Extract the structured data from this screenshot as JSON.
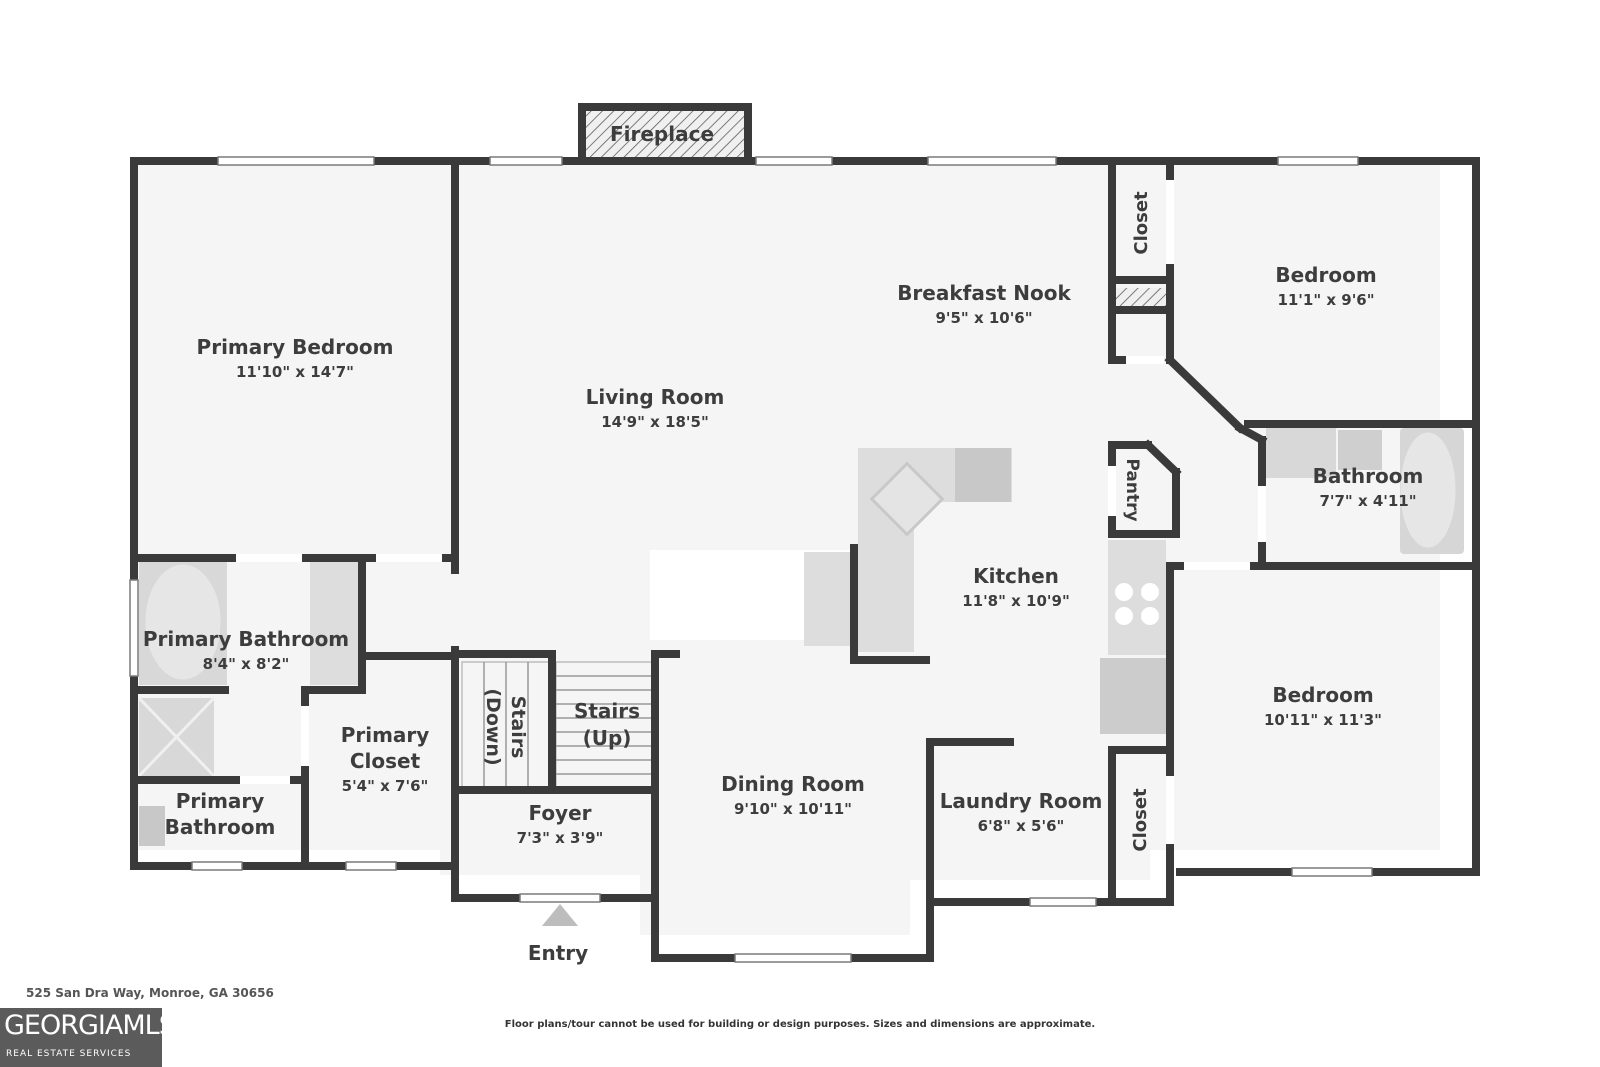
{
  "rooms": {
    "fireplace": {
      "label": "Fireplace"
    },
    "primary_bedroom": {
      "label": "Primary Bedroom",
      "dim": "11'10\" x 14'7\""
    },
    "living_room": {
      "label": "Living Room",
      "dim": "14'9\" x 18'5\""
    },
    "breakfast_nook": {
      "label": "Breakfast Nook",
      "dim": "9'5\" x 10'6\""
    },
    "closet_top": {
      "label": "Closet"
    },
    "bedroom_top": {
      "label": "Bedroom",
      "dim": "11'1\" x 9'6\""
    },
    "pantry": {
      "label": "Pantry"
    },
    "bathroom": {
      "label": "Bathroom",
      "dim": "7'7\" x 4'11\""
    },
    "kitchen": {
      "label": "Kitchen",
      "dim": "11'8\" x 10'9\""
    },
    "primary_bathroom": {
      "label": "Primary Bathroom",
      "dim": "8'4\" x 8'2\""
    },
    "primary_closet": {
      "label_1": "Primary",
      "label_2": "Closet",
      "dim": "5'4\" x 7'6\""
    },
    "stairs_down": {
      "label_1": "Stairs",
      "label_2": "(Down)"
    },
    "stairs_up": {
      "label_1": "Stairs",
      "label_2": "(Up)"
    },
    "primary_bathroom_2": {
      "label_1": "Primary",
      "label_2": "Bathroom"
    },
    "foyer": {
      "label": "Foyer",
      "dim": "7'3\" x 3'9\""
    },
    "dining_room": {
      "label": "Dining Room",
      "dim": "9'10\" x 10'11\""
    },
    "laundry_room": {
      "label": "Laundry Room",
      "dim": "6'8\" x 5'6\""
    },
    "closet_bottom": {
      "label": "Closet"
    },
    "bedroom_bottom": {
      "label": "Bedroom",
      "dim": "10'11\" x 11'3\""
    }
  },
  "entry": {
    "label": "Entry"
  },
  "footer": {
    "address": "525 San Dra Way, Monroe, GA 30656",
    "disclaimer": "Floor plans/tour cannot be used for building or design purposes. Sizes and dimensions are approximate.",
    "logo_main": "GEORGIAMLS",
    "logo_sub": "REAL ESTATE SERVICES"
  },
  "colors": {
    "wall": "#3a3a3a",
    "floor": "#f5f5f5",
    "fixture": "#dddddd",
    "window": "#ffffff"
  }
}
